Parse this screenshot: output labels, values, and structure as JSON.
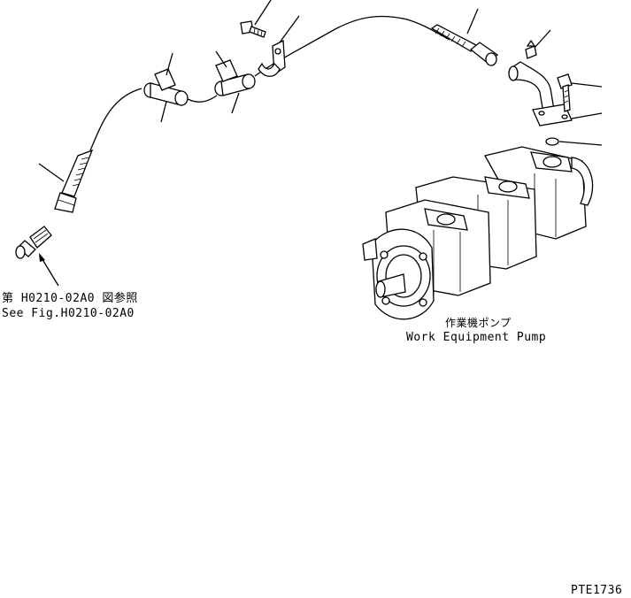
{
  "reference": {
    "japanese": "第 H0210-02A0 図参照",
    "english": "See Fig.H0210-02A0"
  },
  "pump": {
    "japanese": "作業機ポンプ",
    "english": "Work Equipment Pump"
  },
  "drawing_code": "PTE1736"
}
